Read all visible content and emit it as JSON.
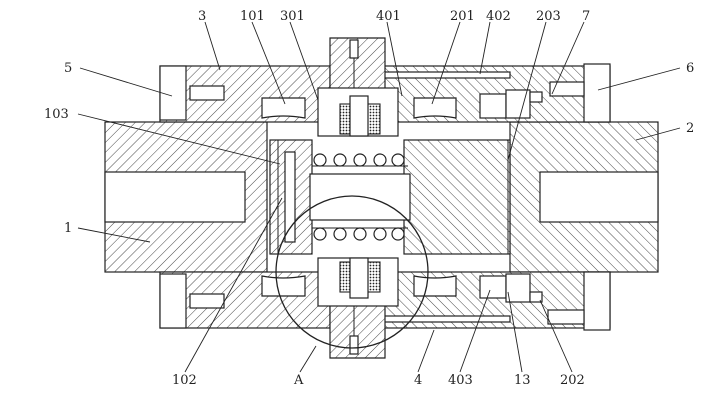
{
  "labels": {
    "l3": "3",
    "l101": "101",
    "l301": "301",
    "l401": "401",
    "l201": "201",
    "l402": "402",
    "l203": "203",
    "l7": "7",
    "l5": "5",
    "l6": "6",
    "l103": "103",
    "l2": "2",
    "l1": "1",
    "l102": "102",
    "lA": "A",
    "l4": "4",
    "l403": "403",
    "l13": "13",
    "l202": "202"
  }
}
